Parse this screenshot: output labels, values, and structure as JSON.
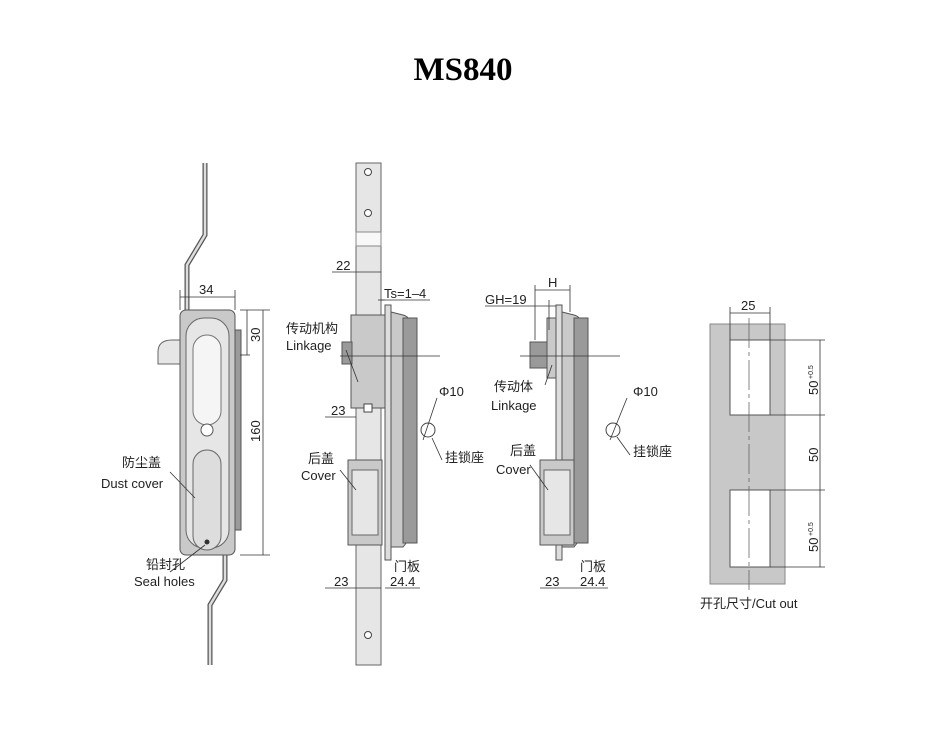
{
  "title": "MS840",
  "front_view": {
    "dim_width": "34",
    "dim_top": "30",
    "dim_height": "160",
    "dust_cover_cn": "防尘盖",
    "dust_cover_en": "Dust cover",
    "seal_holes_cn": "铅封孔",
    "seal_holes_en": "Seal holes"
  },
  "side_view_1": {
    "dim_22": "22",
    "dim_ts": "Ts=1–4",
    "linkage_cn": "传动机构",
    "linkage_en": "Linkage",
    "dim_23_upper": "23",
    "phi": "Φ10",
    "padlock_cn": "挂锁座",
    "cover_cn": "后盖",
    "cover_en": "Cover",
    "door_cn": "门板",
    "dim_23_lower": "23",
    "dim_24_4": "24.4"
  },
  "side_view_2": {
    "dim_h": "H",
    "dim_gh": "GH=19",
    "linkage_cn": "传动体",
    "linkage_en": "Linkage",
    "phi": "Φ10",
    "padlock_cn": "挂锁座",
    "cover_cn": "后盖",
    "cover_en": "Cover",
    "door_cn": "门板",
    "dim_23": "23",
    "dim_24_4": "24.4"
  },
  "cutout": {
    "dim_width": "25",
    "dim_top": "50",
    "dim_top_tol": "+0.5",
    "dim_mid": "50",
    "dim_bottom": "50",
    "dim_bottom_tol": "+0.5",
    "caption": "开孔尺寸/Cut out"
  }
}
